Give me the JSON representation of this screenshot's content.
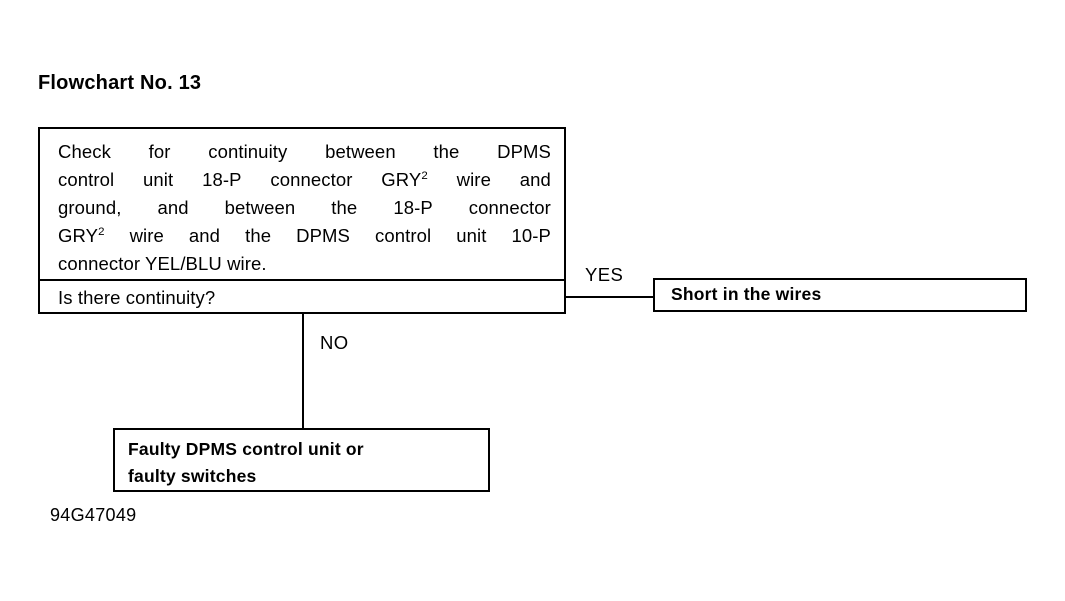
{
  "page": {
    "title": "Flowchart No. 13",
    "footer_code": "94G47049",
    "background_color": "#ffffff",
    "line_color": "#000000"
  },
  "decision": {
    "body_lines": [
      [
        "Check",
        "for",
        "continuity",
        "between",
        "the",
        "DPMS"
      ],
      [
        "control",
        "unit",
        "18-P",
        "connector",
        "GRY²",
        "wire",
        "and"
      ],
      [
        "ground,",
        "and",
        "between",
        "the",
        "18-P",
        "connector"
      ],
      [
        "GRY²",
        "wire",
        "and",
        "the",
        "DPMS",
        "control",
        "unit",
        "10-P"
      ],
      [
        "connector YEL/BLU wire."
      ]
    ],
    "body_text": "Check for continuity between the DPMS control unit 18-P connector GRY² wire and ground, and between the 18-P connector GRY² wire and the DPMS control unit  10-P connector YEL/BLU wire.",
    "line1_a": "Check",
    "line1_b": "for",
    "line1_c": "continuity",
    "line1_d": "between",
    "line1_e": "the",
    "line1_f": "DPMS",
    "line2_a": "control",
    "line2_b": "unit",
    "line2_c": "18-P",
    "line2_d": "connector",
    "line2_e_pre": "GRY",
    "line2_e_sup": "2",
    "line2_f": "wire",
    "line2_g": "and",
    "line3_a": "ground,",
    "line3_b": "and",
    "line3_c": "between",
    "line3_d": "the",
    "line3_e": "18-P",
    "line3_f": "connector",
    "line4_a_pre": "GRY",
    "line4_a_sup": "2",
    "line4_b": "wire",
    "line4_c": "and",
    "line4_d": "the",
    "line4_e": "DPMS",
    "line4_f": "control",
    "line4_g": "unit",
    "line4_h": "10-P",
    "line5": "connector YEL/BLU wire.",
    "question": "Is there continuity?"
  },
  "branches": [
    {
      "label": "YES",
      "result": "Short in the wires"
    },
    {
      "label": "NO",
      "result_line1": "Faulty DPMS control unit or",
      "result_line2": "faulty switches",
      "result": "Faulty DPMS control unit or faulty switches"
    }
  ],
  "branch_yes": {
    "label": "YES",
    "result": "Short in the wires"
  },
  "branch_no": {
    "label": "NO",
    "result_line1": "Faulty DPMS control unit or",
    "result_line2": "faulty switches"
  }
}
